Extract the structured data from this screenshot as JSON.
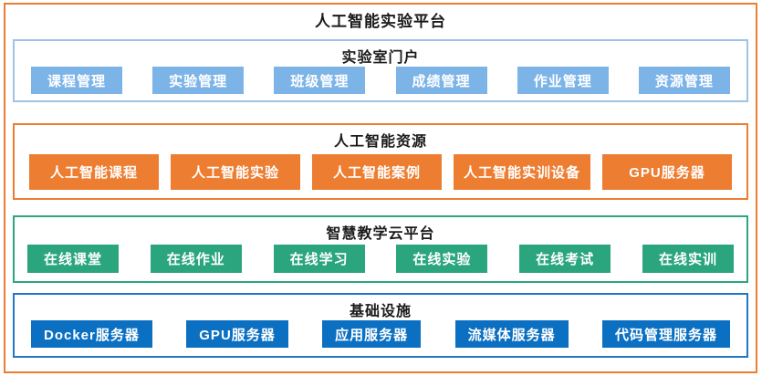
{
  "title": "人工智能实验平台",
  "colors": {
    "outer_border": "#ED7D31",
    "portal_border": "#9DC3E6",
    "portal_button": "#7CB4E8",
    "resource_border": "#ED7D31",
    "resource_button": "#ED7D31",
    "cloud_border": "#2EA57E",
    "cloud_button": "#2BA57D",
    "infra_border": "#2176C5",
    "infra_button": "#0C70C2",
    "button_text": "#FFFFFF",
    "heading_text": "#1A1A1A"
  },
  "layers": [
    {
      "id": "portal",
      "title": "实验室门户",
      "items": [
        "课程管理",
        "实验管理",
        "班级管理",
        "成绩管理",
        "作业管理",
        "资源管理"
      ]
    },
    {
      "id": "resource",
      "title": "人工智能资源",
      "items": [
        "人工智能课程",
        "人工智能实验",
        "人工智能案例",
        "人工智能实训设备",
        "GPU服务器"
      ]
    },
    {
      "id": "cloud",
      "title": "智慧教学云平台",
      "items": [
        "在线课堂",
        "在线作业",
        "在线学习",
        "在线实验",
        "在线考试",
        "在线实训"
      ]
    },
    {
      "id": "infra",
      "title": "基础设施",
      "items": [
        "Docker服务器",
        "GPU服务器",
        "应用服务器",
        "流媒体服务器",
        "代码管理服务器"
      ]
    }
  ]
}
